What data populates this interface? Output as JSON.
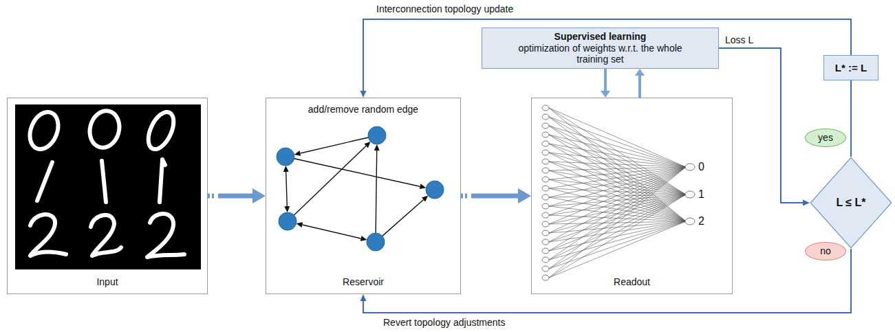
{
  "diagram": {
    "nodes": [
      {
        "text": [
          "Input"
        ]
      },
      {
        "text": [
          "add/remove random edge",
          "Reservoir"
        ]
      },
      {
        "text": [
          "Supervised learning",
          "optimization of weights w.r.t. the whole training set"
        ]
      },
      {
        "text": [
          "Readout"
        ]
      },
      {
        "text": [
          "L* := L"
        ]
      },
      {
        "text": [
          "yes"
        ]
      },
      {
        "text": [
          "L ≤ L*"
        ]
      },
      {
        "text": [
          "no"
        ]
      }
    ],
    "edges": [
      {
        "from": 0,
        "to": 1,
        "arrow": "to"
      },
      {
        "from": 1,
        "to": 3,
        "arrow": "to"
      },
      {
        "from": 2,
        "to": 3,
        "arrow": "to"
      },
      {
        "from": 3,
        "to": 2,
        "arrow": "to"
      },
      {
        "from": 2,
        "to": 6,
        "label": "Loss L",
        "arrow": "to"
      },
      {
        "from": 6,
        "to": 4,
        "arrow": "none"
      },
      {
        "from": 4,
        "to": 1,
        "label": "Interconnection topology update",
        "arrow": "to"
      },
      {
        "from": 6,
        "to": 1,
        "label": "Revert topology adjustments",
        "arrow": "to"
      }
    ],
    "labels": [
      "0",
      "1",
      "2"
    ]
  }
}
